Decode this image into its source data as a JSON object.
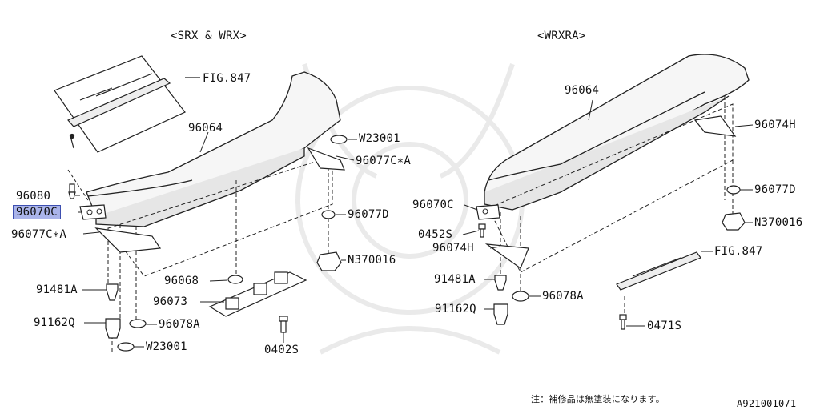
{
  "headings": {
    "left": "<SRX & WRX>",
    "right": "<WRXRA>"
  },
  "parts": {
    "fig847_top": "FIG.847",
    "p96064_left": "96064",
    "w23001_top": "W23001",
    "p96077ca_right": "96077C∗A",
    "p96080": "96080",
    "p96070c_left": "96070C",
    "p96077d_left": "96077D",
    "p96077ca_left": "96077C∗A",
    "n370016_left": "N370016",
    "p96068": "96068",
    "p91481a_left": "91481A",
    "p96073": "96073",
    "p91162q_left": "91162Q",
    "p96078a_left": "96078A",
    "w23001_bottom": "W23001",
    "p0402s": "0402S",
    "p96064_right": "96064",
    "p96074h_top": "96074H",
    "p96070c_right": "96070C",
    "p96077d_right": "96077D",
    "n370016_right": "N370016",
    "p0452s": "0452S",
    "p96074h_bottom": "96074H",
    "fig847_right": "FIG.847",
    "p91481a_right": "91481A",
    "p91162q_right": "91162Q",
    "p96078a_right": "96078A",
    "p0471s": "0471S"
  },
  "footer": {
    "note": "注：補修品は無塗装になります。",
    "ref": "A921001071"
  },
  "colors": {
    "highlight": "#aab4ea",
    "line": "#222222"
  }
}
